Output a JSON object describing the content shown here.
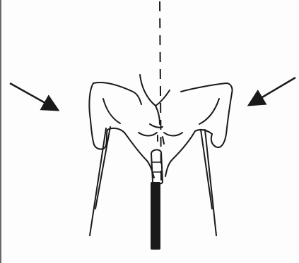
{
  "figure": {
    "subject": "line-drawing-rider-top-view",
    "ink_color": "#1a1a1a",
    "paper_color": "#fdfdfd",
    "elements": {
      "center_line": "dashed-vertical-line",
      "left_arrow": "arrow-pointing-inward-from-left",
      "right_arrow": "arrow-pointing-inward-from-right",
      "rider_body": "rider-torso-and-arms",
      "handlebar_poles": "grip-poles",
      "stem": "center-stem"
    }
  }
}
